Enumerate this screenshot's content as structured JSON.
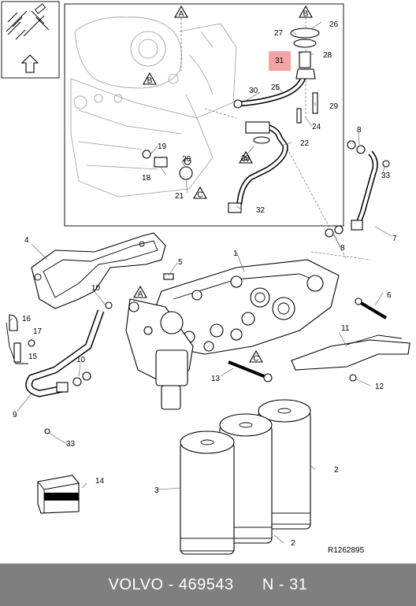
{
  "labels": {
    "n1": "1",
    "n2a": "2",
    "n2b": "2",
    "n3": "3",
    "n4": "4",
    "n5": "5",
    "n6": "6",
    "n7": "7",
    "n8a": "8",
    "n8b": "8",
    "n9": "9",
    "n10a": "10",
    "n10b": "10",
    "n11": "11",
    "n12": "12",
    "n13": "13",
    "n14": "14",
    "n15": "15",
    "n16": "16",
    "n17": "17",
    "n18": "18",
    "n19": "19",
    "n20": "20",
    "n21": "21",
    "n22": "22",
    "n23": "23",
    "n24": "24",
    "n25": "25",
    "n26": "26",
    "n27": "27",
    "n28": "28",
    "n29": "29",
    "n30": "30",
    "n31": "31",
    "n32": "32",
    "n33a": "33",
    "n33b": "33"
  },
  "callouts": {
    "a1": "A",
    "a2": "A",
    "a3": "A",
    "b1": "B",
    "b2": "B",
    "c1": "C",
    "c2": "C"
  },
  "highlight_color": "#f4a3a3",
  "ref": "R1262895",
  "footer": {
    "brand": "VOLVO",
    "sep": "-",
    "number": "469543",
    "page": "N - 31"
  }
}
